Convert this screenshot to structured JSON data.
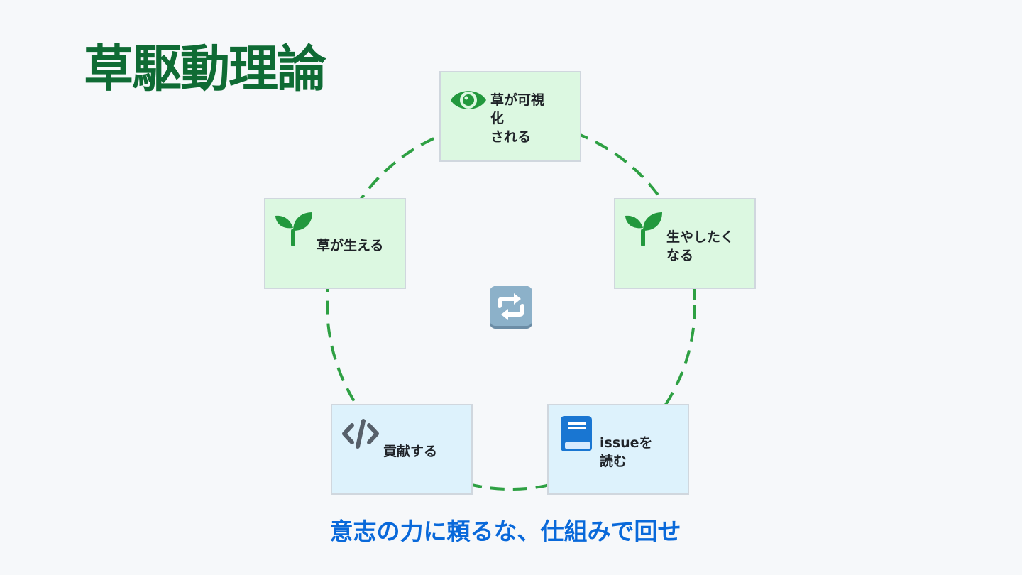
{
  "slide": {
    "title": "草駆動理論",
    "tagline": "意志の力に頼るな、仕組みで回せ"
  },
  "cycle": {
    "center_icon": "repeat-arrows-icon",
    "ring_color": "#2ea043",
    "nodes": [
      {
        "id": "visible",
        "label": "草が可視\n化\nされる",
        "icon": "eye-icon",
        "color": "#dcf8e1"
      },
      {
        "id": "want-more",
        "label": "生やしたく\nなる",
        "icon": "seedling-icon",
        "color": "#dcf8e1"
      },
      {
        "id": "read-issue",
        "label": "issueを\n読む",
        "icon": "book-icon",
        "color": "#ddf2fc"
      },
      {
        "id": "contribute",
        "label": "貢献する",
        "icon": "code-icon",
        "color": "#ddf2fc"
      },
      {
        "id": "grass-grows",
        "label": "草が生える",
        "icon": "seedling-icon",
        "color": "#dcf8e1"
      }
    ]
  },
  "colors": {
    "title": "#0f6b34",
    "tagline": "#0969da",
    "background": "#f6f8fa"
  }
}
